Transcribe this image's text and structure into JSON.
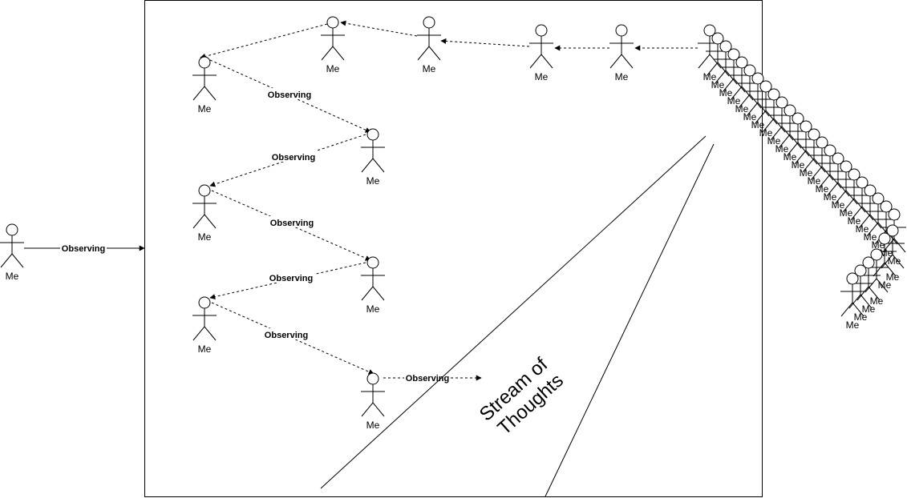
{
  "actor_label": "Me",
  "edge_label": "Observing",
  "stream_label_lines": [
    "Stream of",
    "Thoughts"
  ]
}
